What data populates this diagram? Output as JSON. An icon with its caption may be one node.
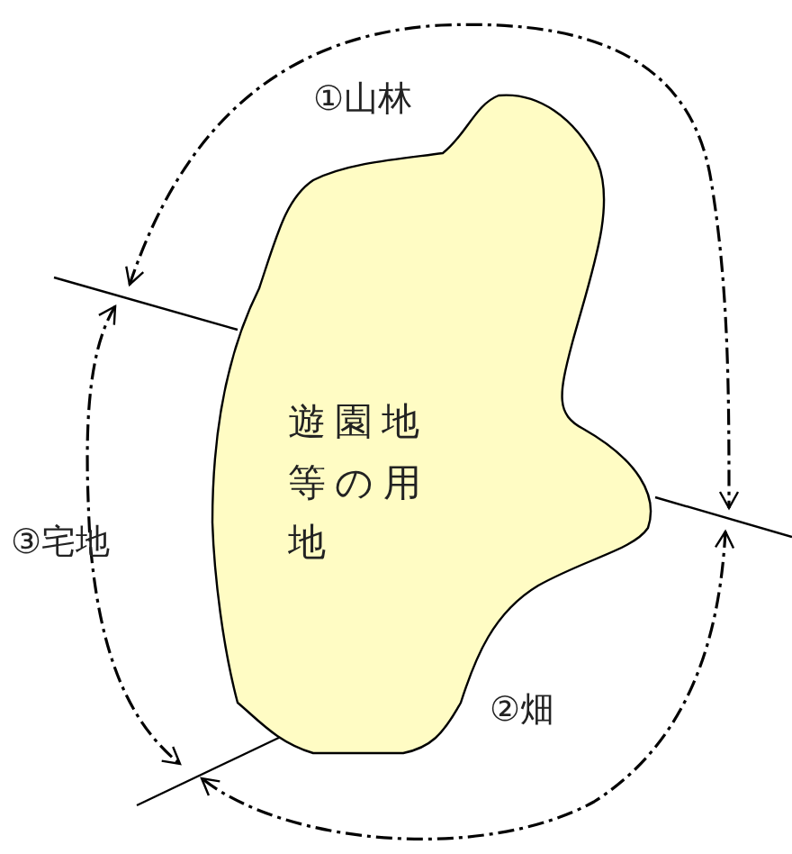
{
  "diagram": {
    "nodes": [
      {
        "text": [
          "遊園地等の用地"
        ]
      }
    ],
    "labels": [
      "①山林",
      "③宅地",
      "②畑"
    ]
  }
}
